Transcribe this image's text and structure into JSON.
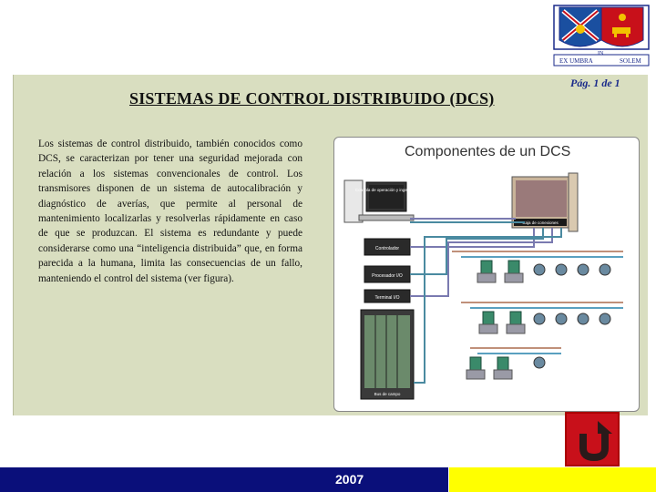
{
  "slide": {
    "page_label": "Pág. 1 de 1",
    "title": "SISTEMAS DE CONTROL DISTRIBUIDO (DCS)",
    "body": "Los sistemas de control distribuido, también conocidos como DCS, se caracterizan por tener una seguridad mejorada con relación a los sistemas convencionales de control. Los transmisores disponen de un sistema de autocalibración y diagnóstico de averías, que permite al personal de mantenimiento localizarlas y resolverlas rápidamente en caso de que se produzcan. El sistema es redundante y puede considerarse como una “inteligencia distribuida” que, en forma parecida a la humana, limita las consecuencias de un fallo, manteniendo el control del sistema (ver figura).",
    "year": "2007"
  },
  "figure": {
    "title": "Componentes de un DCS",
    "labels": {
      "console": "Consola de operación y ingeniería",
      "controller": "Controlador",
      "processor": "Procesador I/O",
      "terminal": "Terminal I/O",
      "field_bus": "Bus de campo",
      "junction_box": "Caja de conexiones"
    }
  },
  "crest": {
    "motto_left": "EX UMBRA",
    "motto_mid": "IN",
    "motto_right": "SOLEM"
  },
  "colors": {
    "panel": "#d9dec0",
    "title_blue": "#1a2a8a",
    "footer_blue": "#0a0f7a",
    "footer_yellow": "#ffff00",
    "button_red": "#c8101a"
  },
  "icons": [
    "university-crest",
    "return-arrow-icon"
  ]
}
